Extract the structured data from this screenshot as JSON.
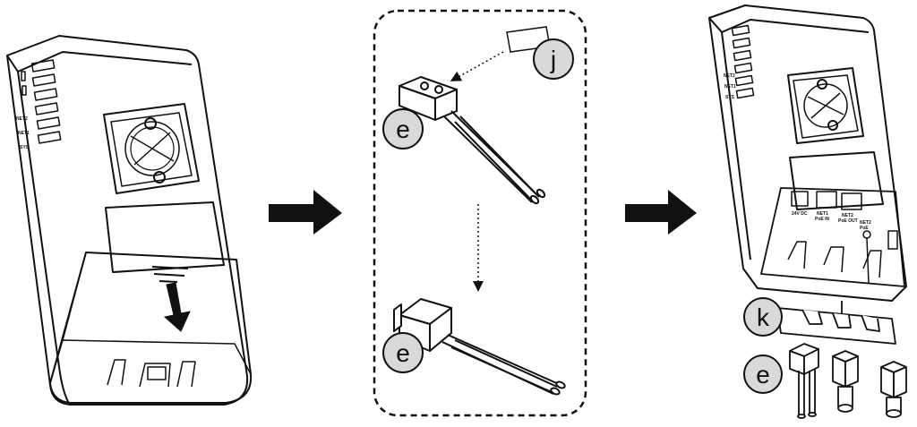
{
  "diagram": {
    "callouts": {
      "j": "j",
      "e_top": "e",
      "e_mid": "e",
      "e_right": "e",
      "k": "k"
    },
    "device_labels": {
      "left": [
        "NET2",
        "NET1",
        "SYS"
      ],
      "right": [
        "NET2",
        "NET1",
        "SYS"
      ]
    },
    "port_labels": {
      "dc": "24V DC",
      "net1": "NET1",
      "net1_sub": "PoE IN",
      "net2": "NET2",
      "net2_sub": "PoE OUT",
      "reset": "NET2",
      "reset_sub": "PoE"
    },
    "colors": {
      "line": "#111111",
      "callout_fill": "#d9d9d9",
      "arrow": "#111111"
    }
  }
}
